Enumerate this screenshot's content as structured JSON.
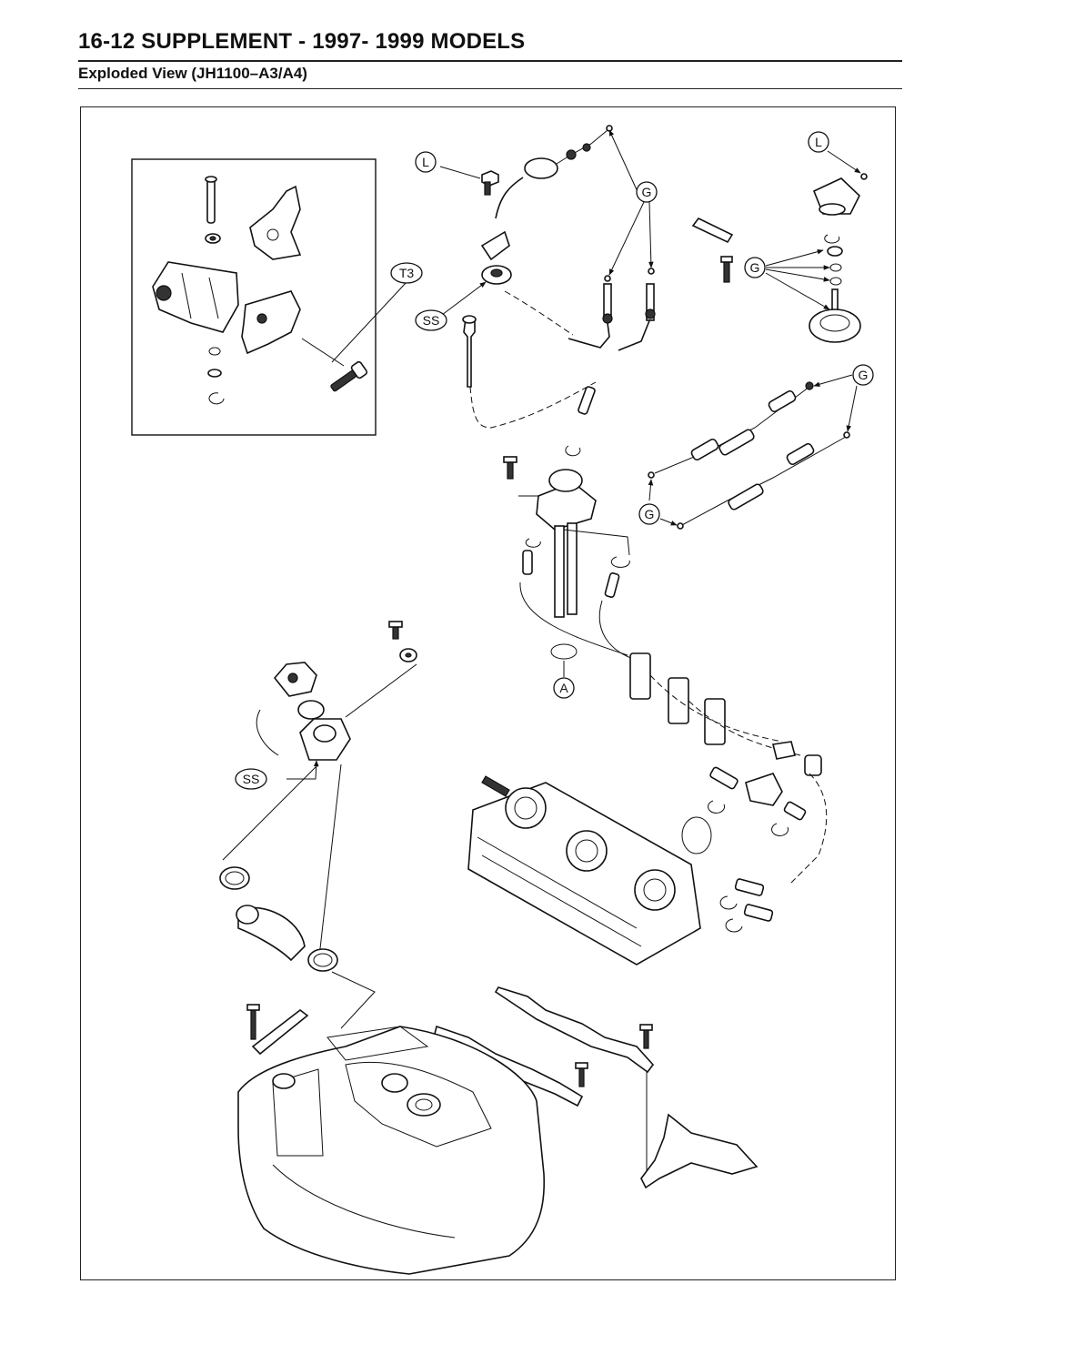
{
  "header": {
    "title": "16-12 SUPPLEMENT - 1997- 1999 MODELS",
    "subtitle": "Exploded View (JH1100–A3/A4)"
  },
  "labels": {
    "L": "L",
    "G": "G",
    "T3": "T3",
    "SS": "SS",
    "A": "A"
  }
}
